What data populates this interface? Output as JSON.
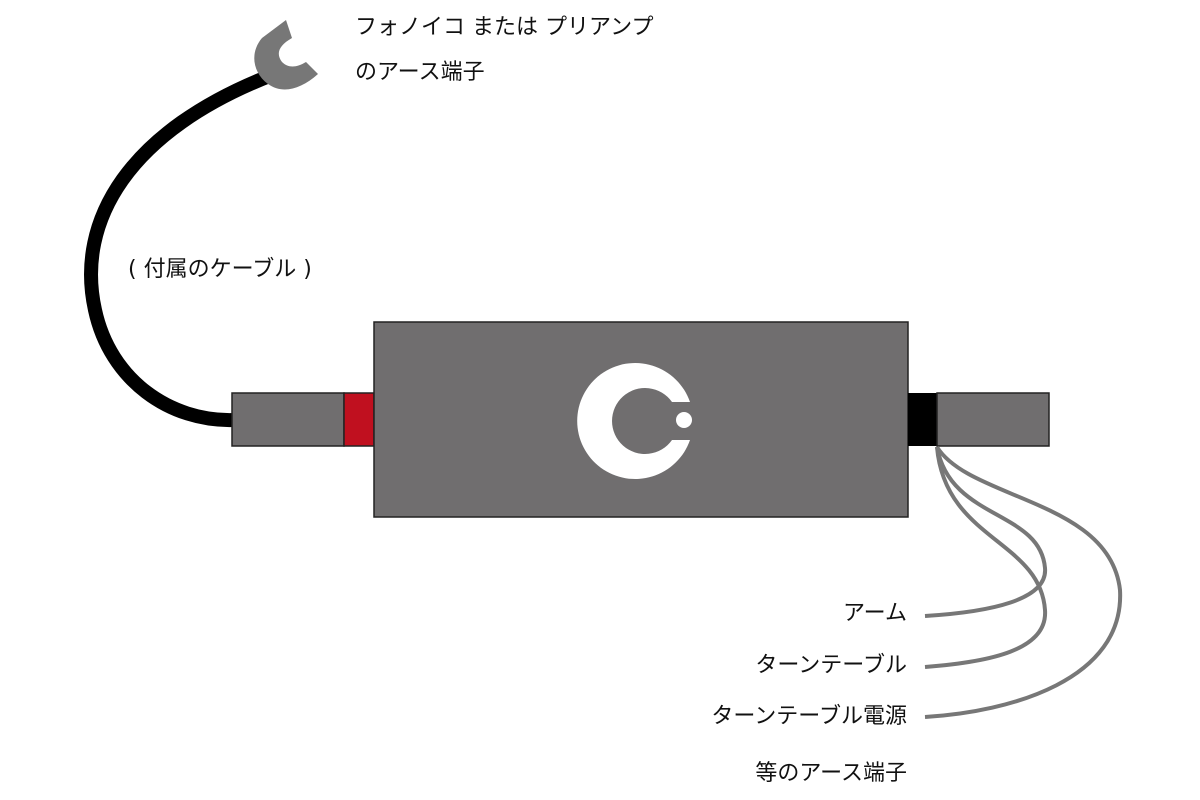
{
  "labels": {
    "top_line1": "フォノイコ または プリアンプ",
    "top_line2": "のアース端子",
    "cable": "( 付属のケーブル )",
    "arm": "アーム",
    "turntable": "ターンテーブル",
    "turntable_power": "ターンテーブル電源",
    "etc": "等のアース端子"
  },
  "colors": {
    "body": "#706e6f",
    "cable": "#000000",
    "wire": "#777777",
    "red": "#c0101f",
    "logo": "#ffffff"
  }
}
